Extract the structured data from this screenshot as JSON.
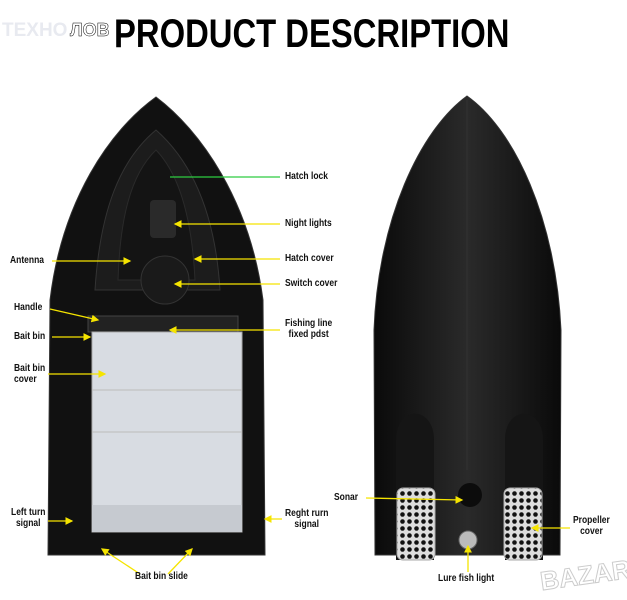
{
  "title": "PRODUCT DESCRIPTION",
  "watermark_left": "TEXHO",
  "watermark_left2": "ЛОВ",
  "watermark_right": "BAZAR",
  "labels": {
    "hatch_lock": "Hatch lock",
    "night_lights": "Night lights",
    "antenna": "Antenna",
    "hatch_cover": "Hatch cover",
    "switch_cover": "Switch cover",
    "handle": "Handle",
    "bait_bin": "Bait bin",
    "fishing_line_1": "Fishing line",
    "fishing_line_2": "fixed pdst",
    "bait_bin_cover_1": "Bait bin",
    "bait_bin_cover_2": "cover",
    "left_turn_1": "Left turn",
    "left_turn_2": "signal",
    "right_turn_1": "Reght rurn",
    "right_turn_2": "signal",
    "bait_bin_slide": "Bait bin slide",
    "sonar": "Sonar",
    "propeller_cover_1": "Propeller",
    "propeller_cover_2": "cover",
    "lure_fish_light": "Lure fish light"
  },
  "colors": {
    "hatch_lock_line": "#2ecc40",
    "callout": "#f5e400"
  }
}
